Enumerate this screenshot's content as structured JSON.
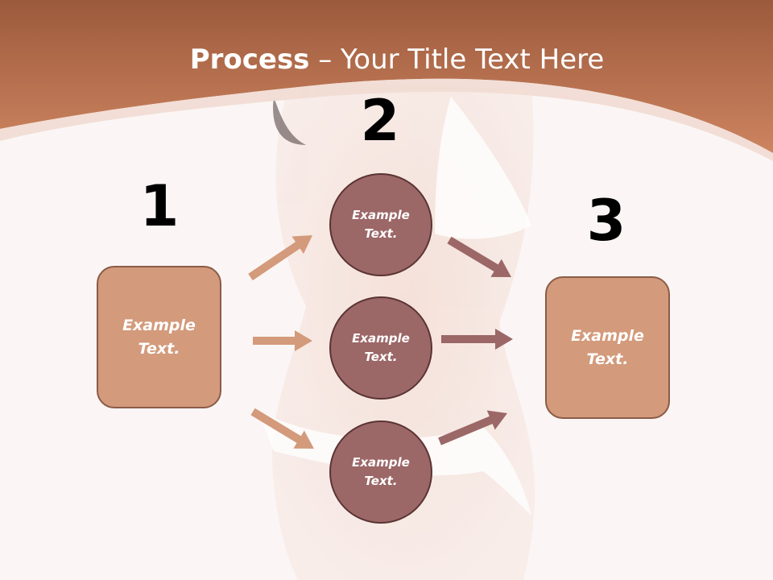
{
  "title": {
    "bold": "Process",
    "rest": " – Your Title Text Here"
  },
  "steps": {
    "one": {
      "number": "1",
      "text": "Example Text."
    },
    "two": {
      "number": "2",
      "items": [
        {
          "text": "Example Text."
        },
        {
          "text": "Example Text."
        },
        {
          "text": "Example Text."
        }
      ]
    },
    "three": {
      "number": "3",
      "text": "Example Text."
    }
  },
  "colors": {
    "header": "#c87d58",
    "box_fill": "#d39a7b",
    "circle_fill": "#9c6767",
    "arrow_light": "#d39a7b",
    "arrow_dark": "#9c6767"
  }
}
